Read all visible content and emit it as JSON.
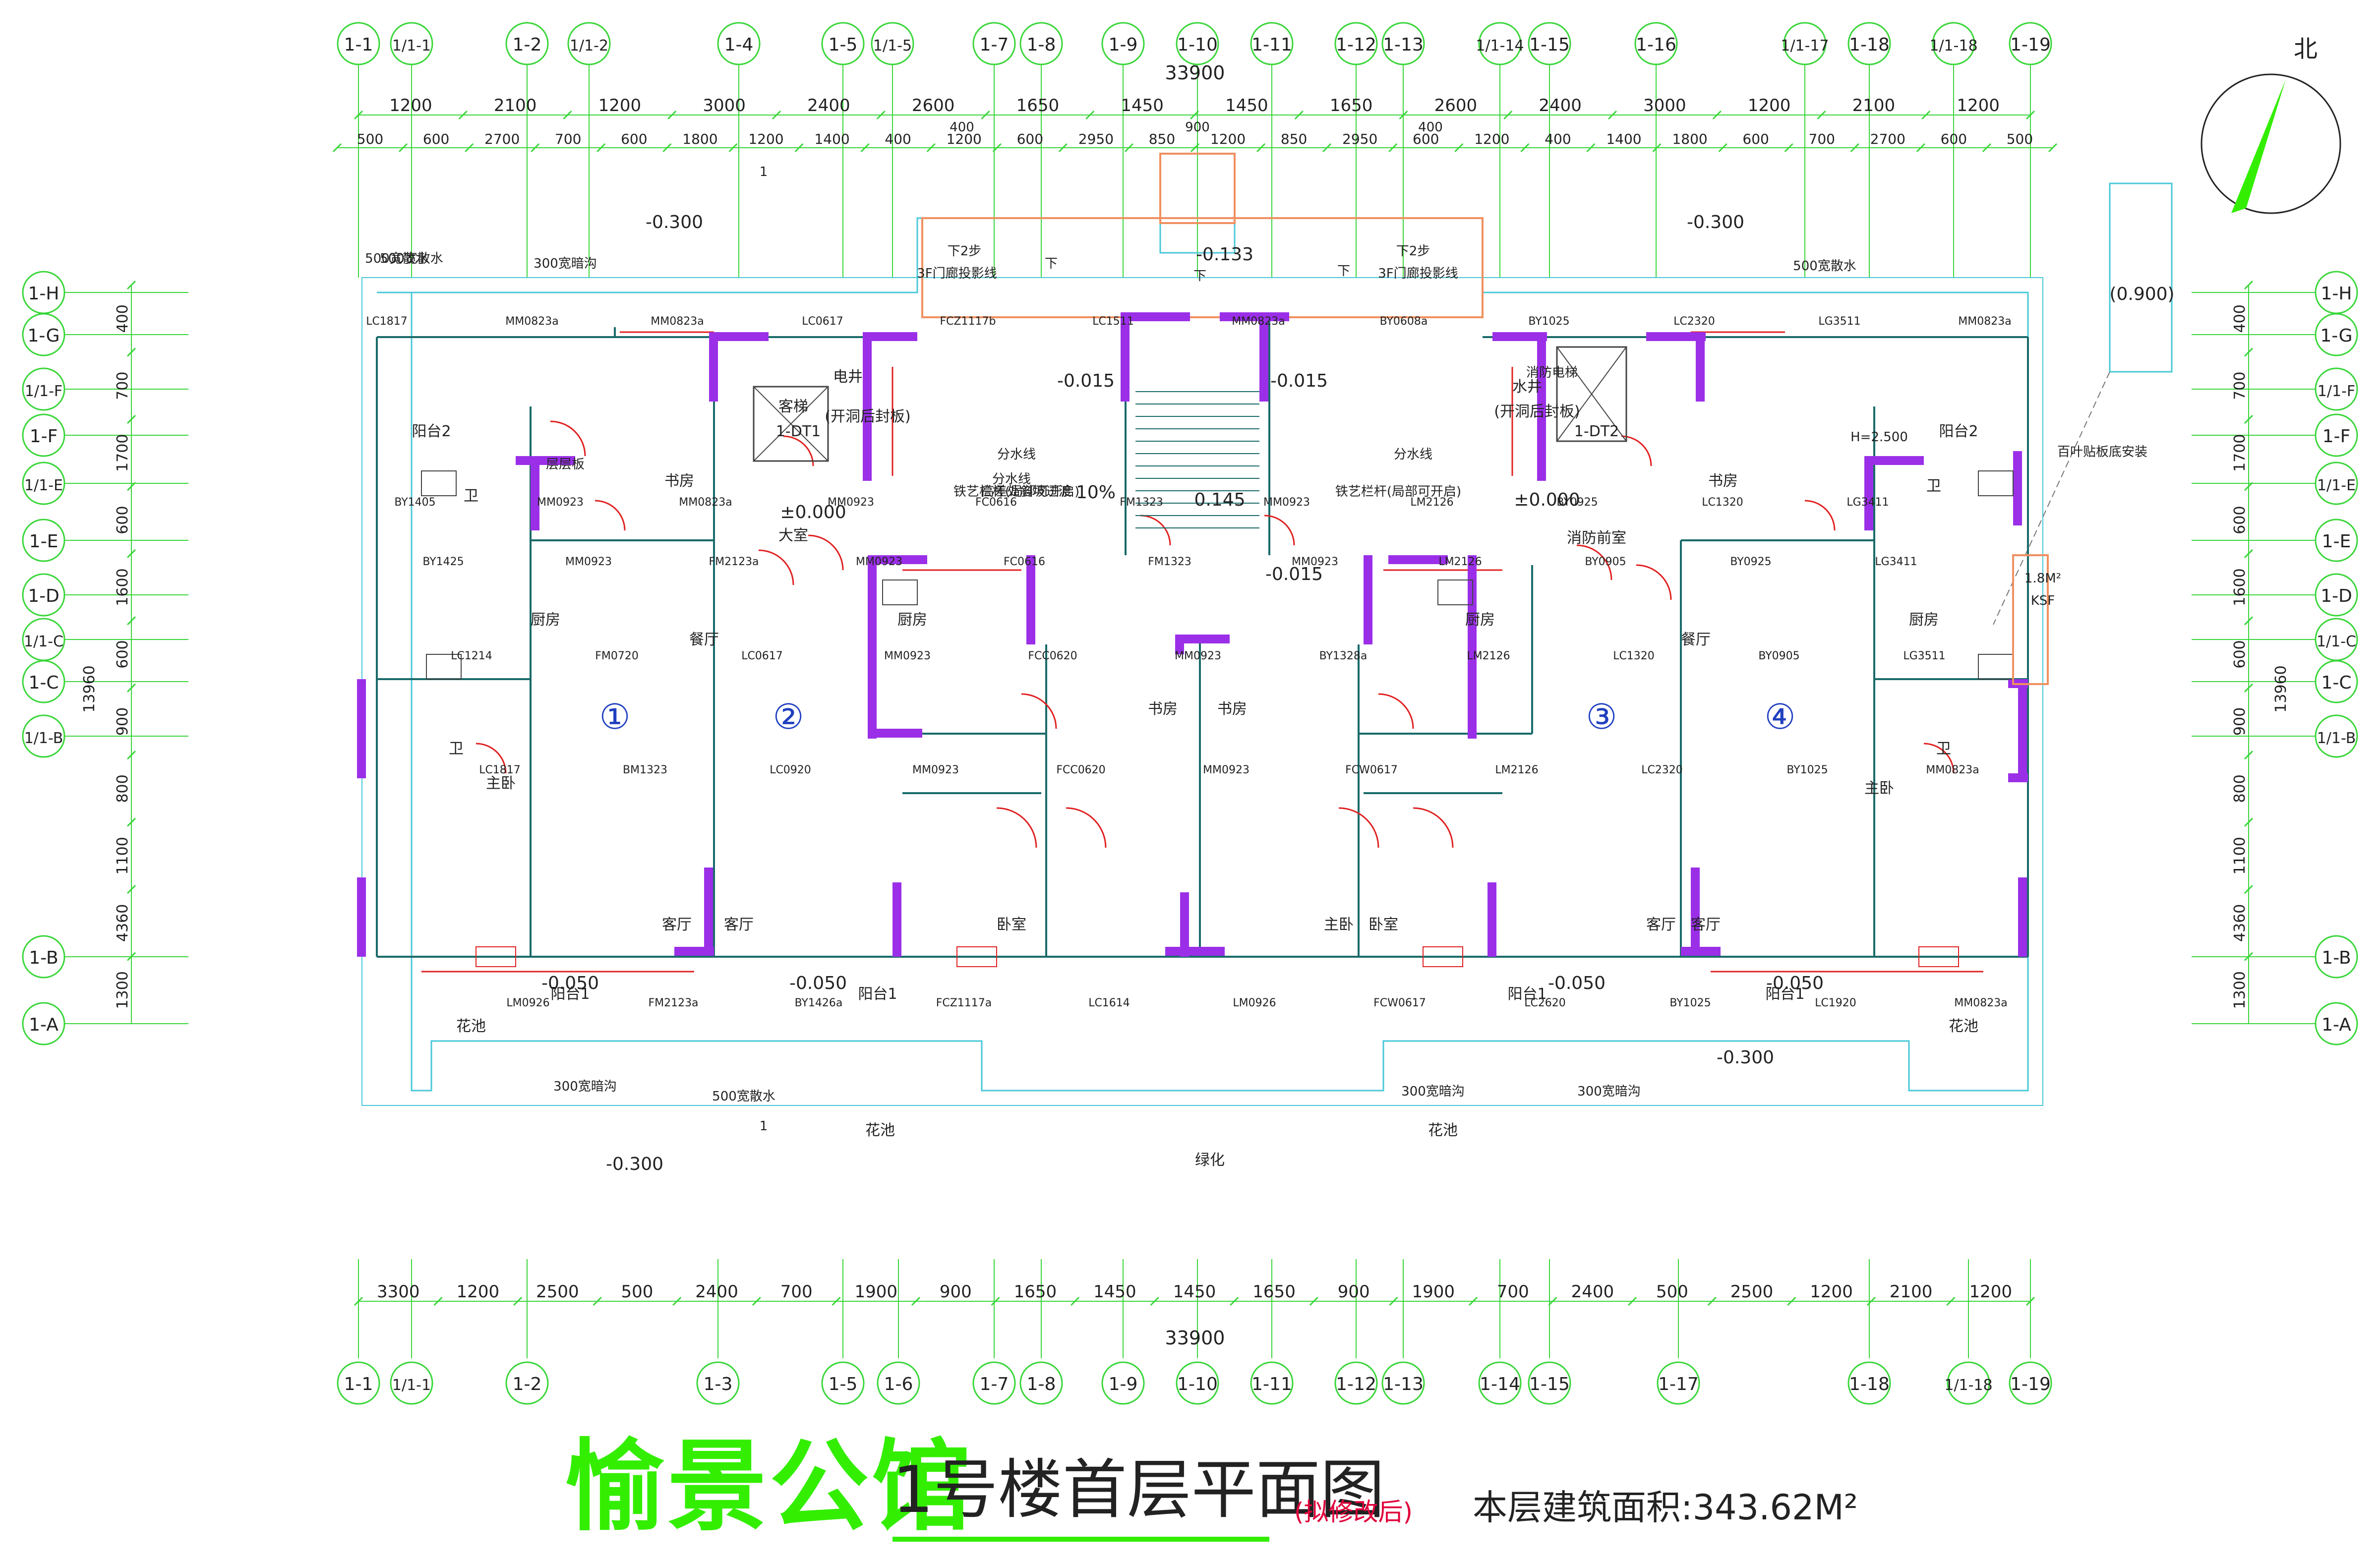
{
  "drawing": {
    "title": "愉景公馆",
    "subtitle": "1号楼首层平面图",
    "note": "(拟修改后)",
    "area_label": "本层建筑面积:",
    "area_value": "343.62M²",
    "north": "北"
  },
  "axes": {
    "top_labels": [
      "1-1",
      "1/1-1",
      "1-2",
      "1/1-2",
      "1-4",
      "1-5",
      "1/1-5",
      "1-7",
      "1-8",
      "1-9",
      "1-10",
      "1-11",
      "1-12",
      "1-13",
      "1/1-14",
      "1-15",
      "1-16",
      "1/1-17",
      "1-18",
      "1/1-18",
      "1-19"
    ],
    "bottom_labels": [
      "1-1",
      "1/1-1",
      "1-2",
      "1-3",
      "1-5",
      "1-6",
      "1-7",
      "1-8",
      "1-9",
      "1-10",
      "1-11",
      "1-12",
      "1-13",
      "1-14",
      "1-15",
      "1-17",
      "1-18",
      "1/1-18",
      "1-19"
    ],
    "left_labels": [
      "1-H",
      "1-G",
      "1/1-F",
      "1-F",
      "1/1-E",
      "1-E",
      "1-D",
      "1/1-C",
      "1-C",
      "1/1-B",
      "1-B",
      "1-A"
    ],
    "right_labels": [
      "1-H",
      "1-G",
      "1/1-F",
      "1-F",
      "1/1-E",
      "1-E",
      "1-D",
      "1/1-C",
      "1-C",
      "1/1-B",
      "1-B",
      "1-A"
    ]
  },
  "dimensions": {
    "top_total": "33900",
    "top_row1": [
      "1200",
      "2100",
      "1200",
      "3000",
      "2400",
      "2600",
      "1650",
      "1450",
      "1450",
      "1650",
      "2600",
      "2400",
      "3000",
      "1200",
      "2100",
      "1200"
    ],
    "top_row2": [
      "500",
      "600",
      "2700",
      "700",
      "600",
      "1800",
      "1200",
      "1400",
      "400",
      "1200",
      "600",
      "2950",
      "850",
      "1200",
      "850",
      "2950",
      "600",
      "1200",
      "400",
      "1400",
      "1800",
      "600",
      "700",
      "2700",
      "600",
      "500"
    ],
    "top_small": [
      "400",
      "900",
      "400"
    ],
    "bottom_total": "33900",
    "bottom_row": [
      "3300",
      "1200",
      "2500",
      "500",
      "2400",
      "700",
      "1900",
      "900",
      "1650",
      "1450",
      "1450",
      "1650",
      "900",
      "1900",
      "700",
      "2400",
      "500",
      "2500",
      "1200",
      "2100",
      "1200"
    ],
    "left_parts": [
      "400",
      "700",
      "1700",
      "600",
      "1600",
      "600",
      "900",
      "800",
      "1100",
      "4360",
      "1300"
    ],
    "left_total": "13960",
    "right_parts": [
      "400",
      "700",
      "1700",
      "600",
      "1600",
      "600",
      "900",
      "800",
      "1100",
      "4360",
      "1300"
    ],
    "right_total": "13960"
  },
  "elevations": [
    "-0.300",
    "-0.300",
    "-0.133",
    "-0.015",
    "-0.015",
    "±0.000",
    "±0.000",
    "0.145",
    "-0.015",
    "-0.300",
    "-0.300",
    "(0.900)",
    "10%",
    "-0.050",
    "-0.050",
    "-0.050",
    "-0.050"
  ],
  "units": [
    "①",
    "②",
    "③",
    "④"
  ],
  "rooms": [
    "阳台2",
    "卫",
    "厨房",
    "主卧",
    "卫",
    "书房",
    "大室",
    "餐厅",
    "客厅",
    "客厅",
    "厨房",
    "卧室",
    "书房",
    "书房",
    "主卧",
    "卧室",
    "厨房",
    "客厅",
    "客厅",
    "餐厅",
    "书房",
    "消防前室",
    "主卧",
    "卫",
    "厨房",
    "卫",
    "阳台2",
    "阳台1",
    "阳台1",
    "阳台1",
    "阳台1",
    "客梯",
    "1-DT1",
    "电井",
    "(开洞后封板)",
    "水井",
    "(开洞后封板)",
    "1-DT2",
    "绿化",
    "花池",
    "花池",
    "花池",
    "花池"
  ],
  "annotations": [
    "500宽散水",
    "300宽暗沟",
    "500宽散水",
    "300宽暗沟",
    "500宽散水",
    "300宽暗沟",
    "300宽暗沟",
    "500宽散水",
    "分水线",
    "分水线",
    "分水线",
    "高差处斜坡过渡",
    "铁艺栏杆(局部可开启)",
    "铁艺栏杆(局部可开启)",
    "3F门廊投影线",
    "3F门廊投影线",
    "下2步",
    "下2步",
    "下",
    "下",
    "下",
    "1",
    "1",
    "KSF",
    "1.8M²",
    "消防电梯",
    "百叶贴板底安装",
    "H=2.500",
    "层层板"
  ],
  "openings": [
    "LC1817",
    "BY1405",
    "BY1425",
    "LC1214",
    "LC1817",
    "LM0926",
    "MM0823a",
    "MM0923",
    "MM0923",
    "FM0720",
    "BM1323",
    "FM2123a",
    "MM0823a",
    "MM0823a",
    "FM2123a",
    "LC0617",
    "LC0920",
    "BY1426a",
    "LC0617",
    "MM0923",
    "MM0923",
    "MM0923",
    "MM0923",
    "FCZ1117a",
    "FCZ1117b",
    "FC0616",
    "FC0616",
    "FCC0620",
    "FCC0620",
    "LC1614",
    "LC1511",
    "FM1323",
    "FM1323",
    "MM0923",
    "MM0923",
    "LM0926",
    "MM0823a",
    "MM0923",
    "MM0923",
    "BY1328a",
    "FCW0617",
    "FCW0617",
    "BY0608a",
    "LM2126",
    "LM2126",
    "LM2126",
    "LM2126",
    "LC2620",
    "BY1025",
    "BY0925",
    "BY0905",
    "LC1320",
    "LC2320",
    "BY1025",
    "LC2320",
    "LC1320",
    "BY0925",
    "BY0905",
    "BY1025",
    "LC1920",
    "LG3511",
    "LG3411",
    "LG3411",
    "LG3511",
    "MM0823a",
    "MM0823a",
    "MM0823a"
  ]
}
